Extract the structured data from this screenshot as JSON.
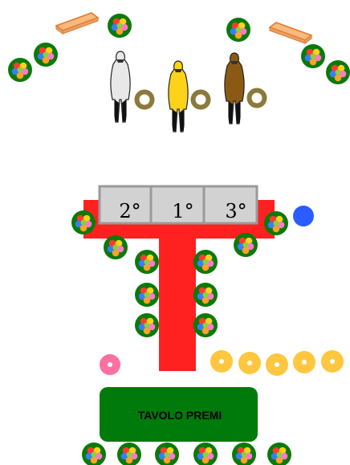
{
  "colors": {
    "background": "#ffffff",
    "t_shape": "#ff2020",
    "podium_fill": "#d2d2d2",
    "podium_border": "#9a9a9a",
    "prize_table": "#007a0a",
    "plant_ring": "#0a7a0a",
    "blue_dot": "#2b5cff",
    "pink_dot": "#ff6fa0",
    "gold_dot": "#ffc63f",
    "olive_ring": "#8b7a3c",
    "bench": "#f6b97e",
    "bench_edge": "#e07a2e"
  },
  "podium": {
    "labels": [
      "2°",
      "1°",
      "3°"
    ]
  },
  "prize_table": {
    "label": "TAVOLO PREMI"
  },
  "icons": {
    "plant": "flower-planter-icon",
    "bench": "bench-icon",
    "athlete": "athlete-figure-icon"
  },
  "athlete_colors": [
    "#e8e8e8",
    "#ffd21a",
    "#8a5a14"
  ]
}
